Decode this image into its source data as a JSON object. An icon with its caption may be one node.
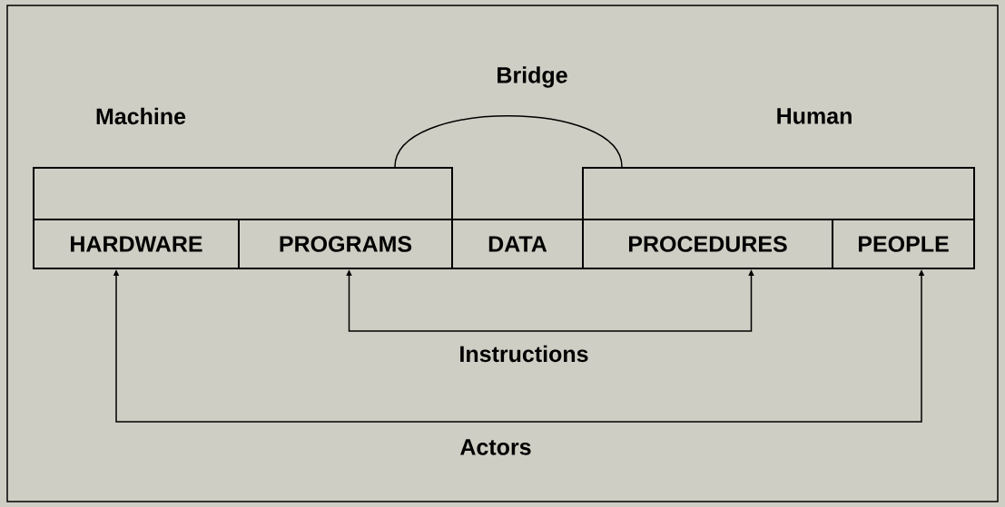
{
  "diagram": {
    "nodes": [
      {
        "text": [
          "Machine"
        ]
      },
      {
        "text": [
          "Human"
        ]
      },
      {
        "text": [
          "HARDWARE"
        ]
      },
      {
        "text": [
          "PROGRAMS"
        ]
      },
      {
        "text": [
          "DATA"
        ]
      },
      {
        "text": [
          "PROCEDURES"
        ]
      },
      {
        "text": [
          "PEOPLE"
        ]
      }
    ],
    "edges": [
      {
        "from": 0,
        "to": 1,
        "arrow": "none",
        "label": "Bridge"
      },
      {
        "from": 3,
        "to": 5,
        "arrow": "both",
        "label": "Instructions"
      },
      {
        "from": 2,
        "to": 6,
        "arrow": "both",
        "label": "Actors"
      }
    ]
  }
}
